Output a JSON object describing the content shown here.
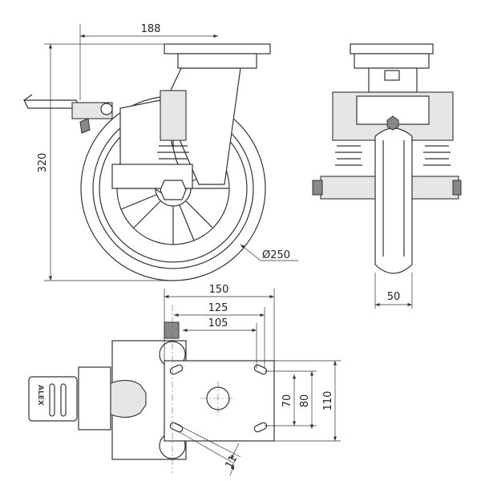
{
  "drawing": {
    "side_view": {
      "offset_label": "188",
      "height_label": "320",
      "wheel_diameter_label": "Ø250"
    },
    "front_view": {
      "wheel_width_label": "50"
    },
    "bottom_view": {
      "plate_length_label": "150",
      "hole_spacing_outer_label": "125",
      "hole_spacing_inner_label": "105",
      "hole_spacing_width_inner_label": "70",
      "hole_spacing_width_outer_label": "80",
      "plate_width_label": "110",
      "slot_width_label": "11",
      "brand_logo": "ALEX"
    }
  }
}
